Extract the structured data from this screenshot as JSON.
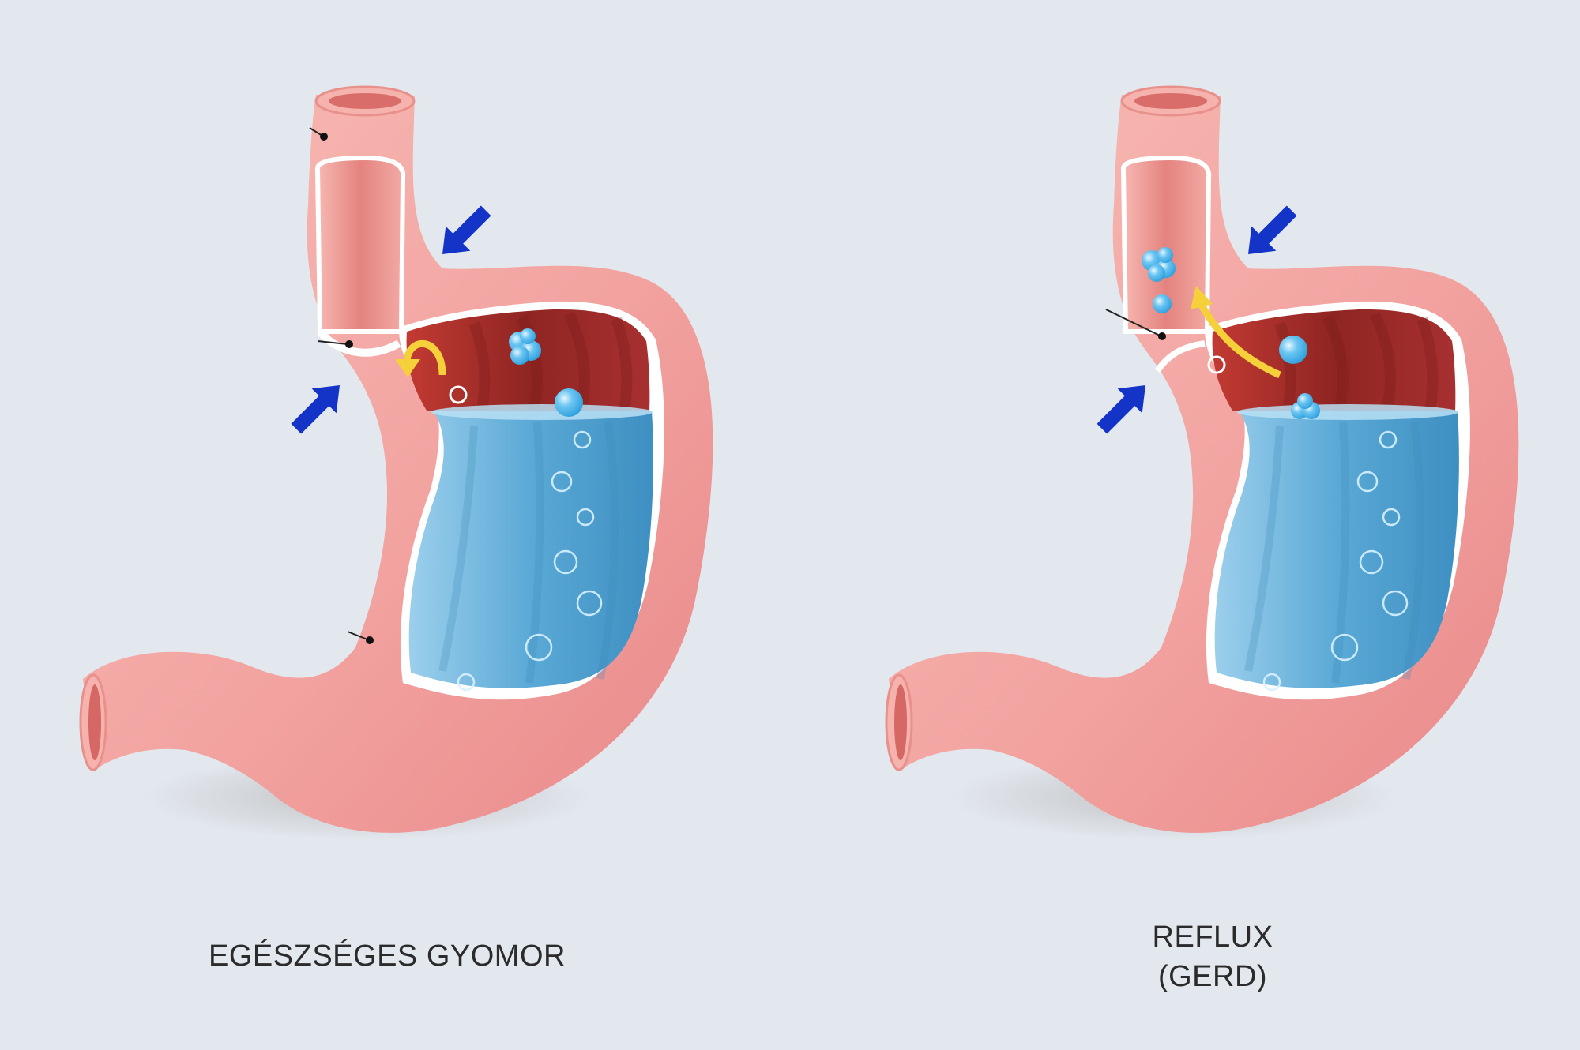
{
  "panels": [
    {
      "id": "healthy",
      "caption_lines": [
        "EGÉSZSÉGES GYOMOR"
      ]
    },
    {
      "id": "reflux",
      "caption_lines": [
        "REFLUX",
        "(GERD)"
      ]
    }
  ],
  "colors": {
    "background": "#e3e8ef",
    "stomach_wall": "#f4a7a3",
    "stomach_wall_dark": "#e98583",
    "inner_lining": "#9b2d2a",
    "acid_liquid": "#5aa9d6",
    "arrow_blue": "#1434c8",
    "arrow_yellow": "#f5d03a",
    "caption_text": "#2b2b2b"
  },
  "icons": [
    "pressure-arrow-icon",
    "acid-flow-arrow-icon",
    "bubble-icon",
    "pointer-dot-icon"
  ]
}
